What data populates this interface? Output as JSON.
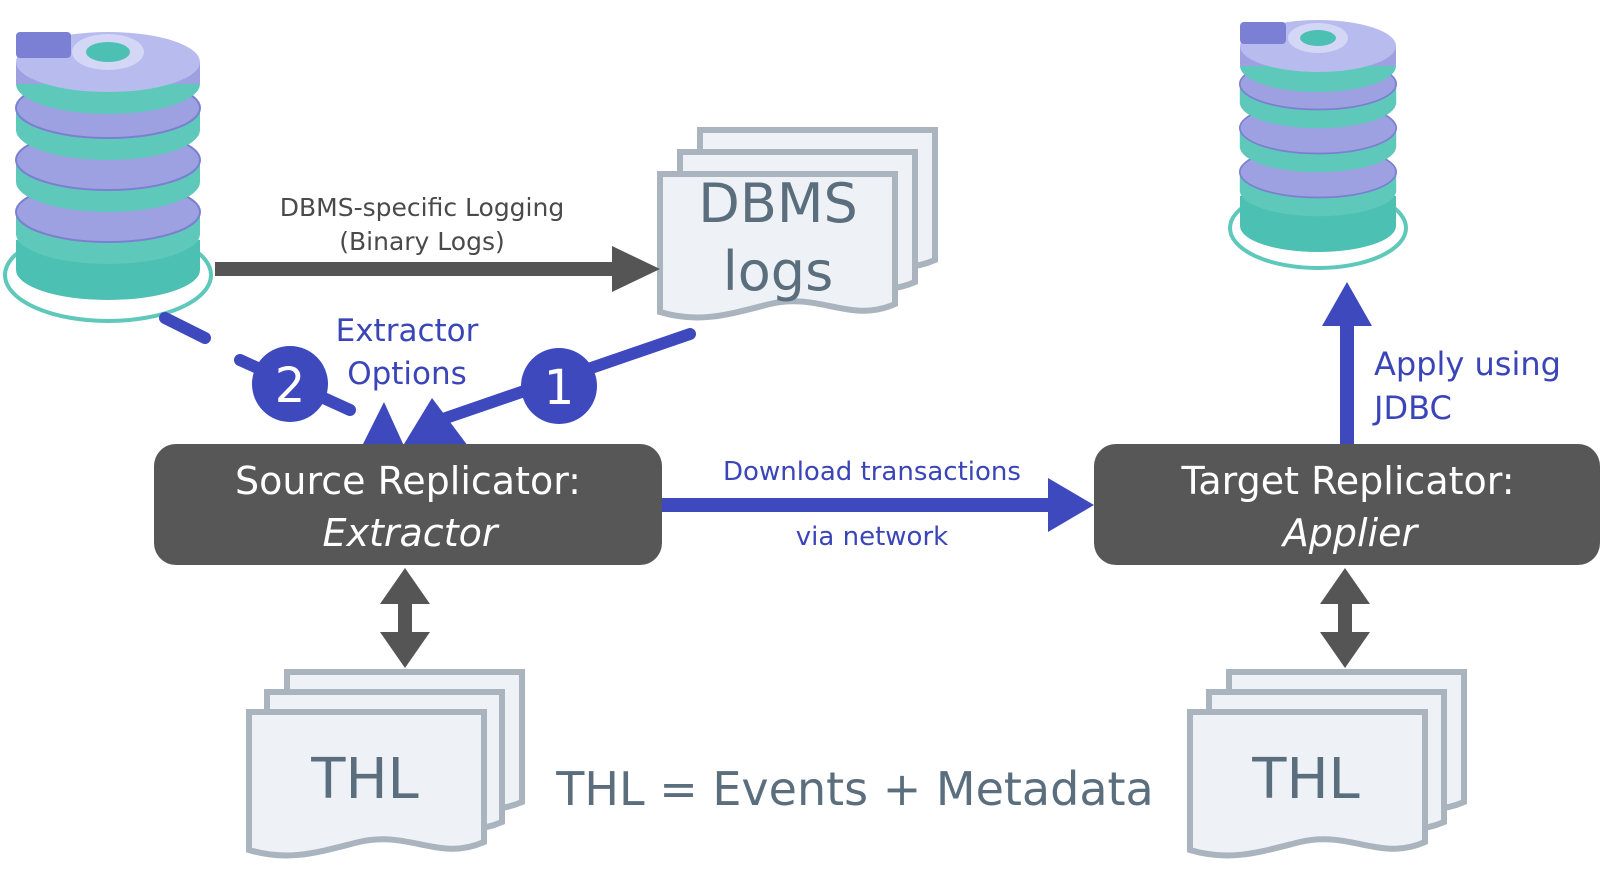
{
  "colors": {
    "blue": "#3d49bd",
    "gray": "#555555",
    "box": "#575757",
    "doc_fill": "#eef2f6",
    "doc_stroke": "#a9b4be",
    "db_purple": "#9a9ee0",
    "db_teal": "#4cc0b2"
  },
  "labels": {
    "logging_line1": "DBMS-specific Logging",
    "logging_line2": "(Binary Logs)",
    "dbms_logs_line1": "DBMS",
    "dbms_logs_line2": "logs",
    "extractor_opts_line1": "Extractor",
    "extractor_opts_line2": "Options",
    "badge_1": "1",
    "badge_2": "2",
    "source_line1": "Source Replicator:",
    "source_line2": "Extractor",
    "target_line1": "Target Replicator:",
    "target_line2": "Applier",
    "download_line1": "Download transactions",
    "download_line2": "via network",
    "apply_line1": "Apply using",
    "apply_line2": "JDBC",
    "thl_left": "THL",
    "thl_right": "THL",
    "thl_legend": "THL = Events + Metadata"
  }
}
